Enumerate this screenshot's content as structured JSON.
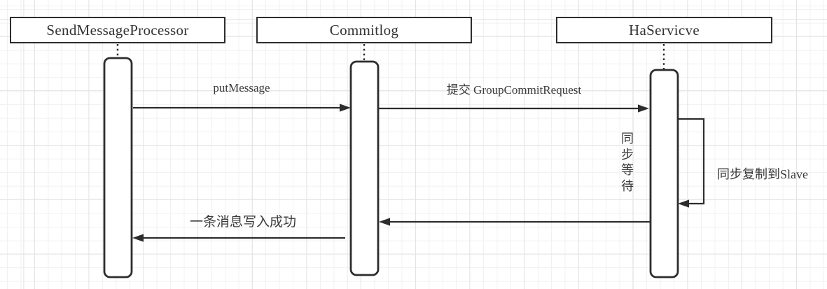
{
  "diagram": {
    "type": "sequence-diagram",
    "participants": [
      {
        "name": "SendMessageProcessor"
      },
      {
        "name": "Commitlog"
      },
      {
        "name": "HaServicve"
      }
    ],
    "messages": [
      {
        "label": "putMessage",
        "from": "SendMessageProcessor",
        "to": "Commitlog",
        "direction": "right"
      },
      {
        "label": "提交 GroupCommitRequest",
        "from": "Commitlog",
        "to": "HaServicve",
        "direction": "right"
      },
      {
        "label": "同步复制到Slave",
        "from": "HaServicve",
        "to": "HaServicve",
        "direction": "self-loop"
      },
      {
        "label": "",
        "from": "HaServicve",
        "to": "Commitlog",
        "direction": "left"
      },
      {
        "label": "一条消息写入成功",
        "from": "Commitlog",
        "to": "SendMessageProcessor",
        "direction": "left"
      }
    ],
    "notes": [
      {
        "label": "同步等待",
        "attached_to": "HaServicve",
        "orientation": "vertical"
      }
    ]
  },
  "colors": {
    "stroke": "#2d2d2d",
    "text": "#3a3a3a",
    "background": "#ffffff",
    "grid_minor": "#f1f1f1",
    "grid_major": "#e3e3e3"
  }
}
